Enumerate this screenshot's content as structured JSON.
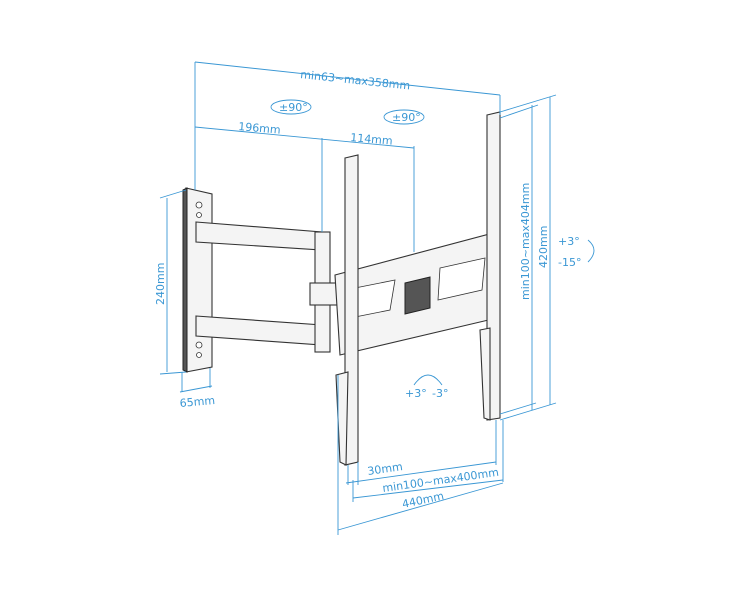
{
  "title": "TV wall mount dimension diagram",
  "colors": {
    "dimension": "#3a97d4",
    "part_outline": "#333333"
  },
  "dimensions": {
    "arm_extension": "min63~max358mm",
    "arm_segment_1": "196mm",
    "arm_segment_2": "114mm",
    "wall_plate_height": "240mm",
    "wall_plate_width": "65mm",
    "vesa_vertical": "min100~max404mm",
    "rail_height": "420mm",
    "rail_width": "30mm",
    "vesa_horizontal": "min100~max400mm",
    "crossbar_width": "440mm"
  },
  "rotations": {
    "swivel_1": "±90°",
    "swivel_2": "±90°",
    "tilt_up": "+3°",
    "tilt_down": "-15°",
    "level_plus": "+3°",
    "level_minus": "-3°"
  }
}
